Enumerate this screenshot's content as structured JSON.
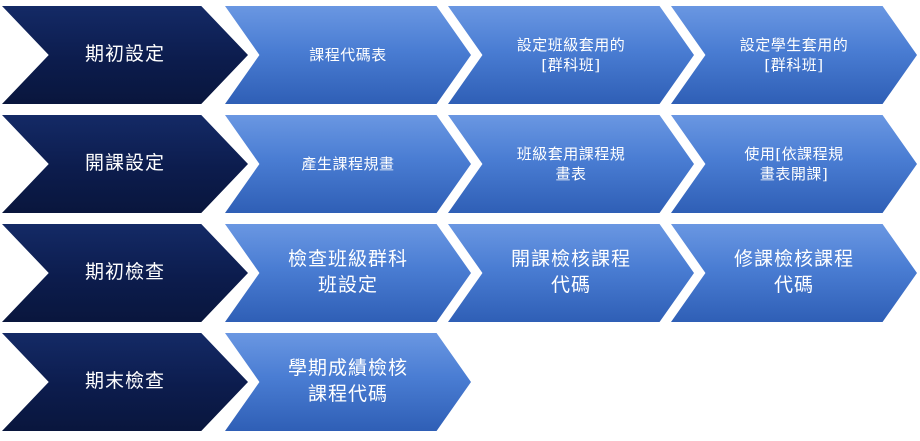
{
  "rows": [
    {
      "stage": "期初設定",
      "steps": [
        {
          "label": "課程代碼表",
          "size": "small"
        },
        {
          "label": "設定班級套用的\n[群科班]",
          "size": "small"
        },
        {
          "label": "設定學生套用的\n[群科班]",
          "size": "small"
        }
      ]
    },
    {
      "stage": "開課設定",
      "steps": [
        {
          "label": "產生課程規畫",
          "size": "small"
        },
        {
          "label": "班級套用課程規\n畫表",
          "size": "small"
        },
        {
          "label": "使用[依課程規\n畫表開課]",
          "size": "small"
        }
      ]
    },
    {
      "stage": "期初檢查",
      "steps": [
        {
          "label": "檢查班級群科\n班設定",
          "size": "large"
        },
        {
          "label": "開課檢核課程\n代碼",
          "size": "large"
        },
        {
          "label": "修課檢核課程\n代碼",
          "size": "large"
        }
      ]
    },
    {
      "stage": "期末檢查",
      "steps": [
        {
          "label": "學期成績檢核\n課程代碼",
          "size": "large"
        }
      ]
    }
  ],
  "colors": {
    "stage_fill": "#0c1c4d",
    "step_fill": "#4a7dd3",
    "text": "#ffffff"
  }
}
